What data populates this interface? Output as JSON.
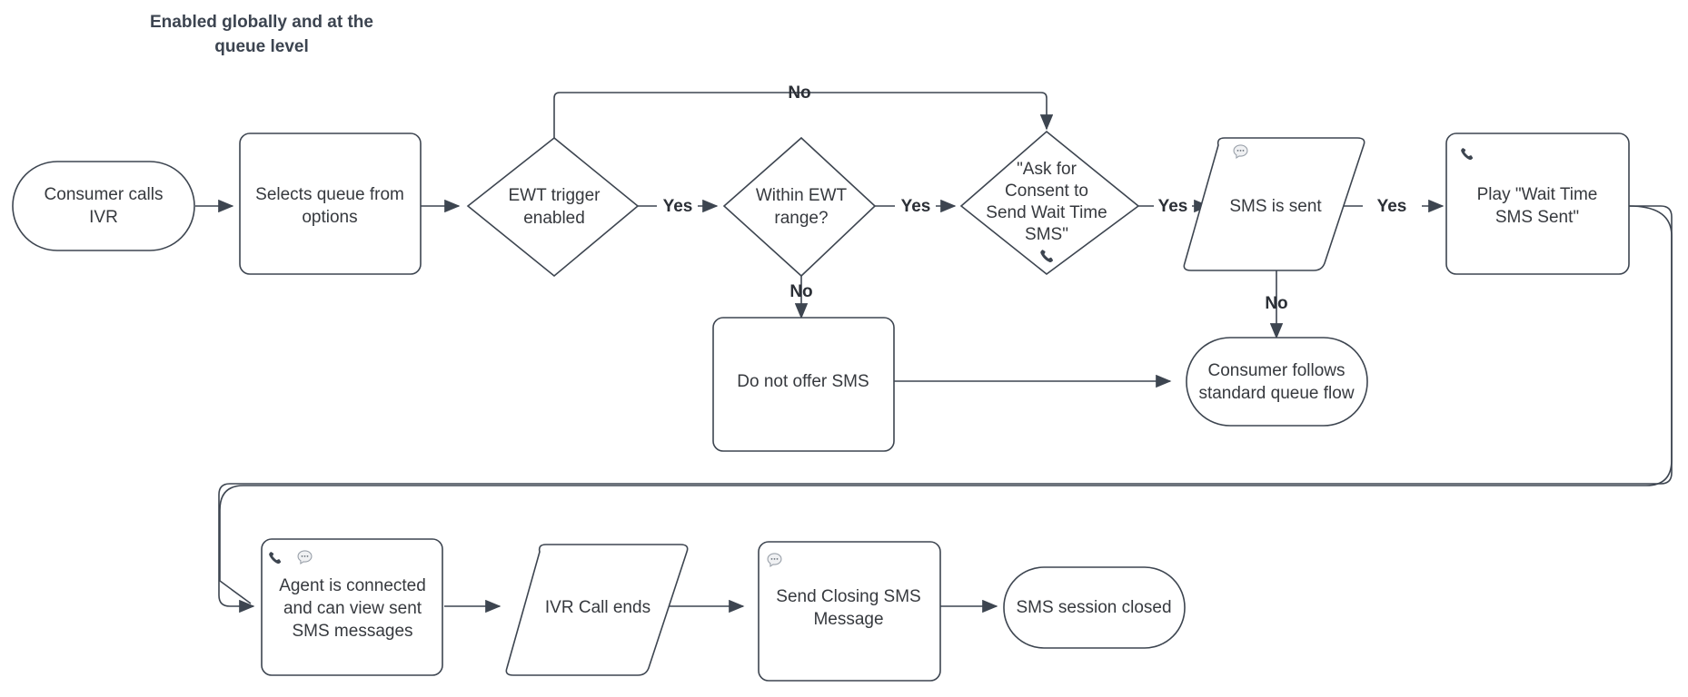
{
  "diagram": {
    "title": "Enabled globally and at the queue level",
    "title_line1": "Enabled globally and at the",
    "title_line2": "queue level",
    "colors": {
      "stroke": "#3d4550",
      "text": "#36393e",
      "label": "#2b2f36",
      "background": "#ffffff",
      "icon": "#5c646e"
    },
    "nodes": [
      {
        "id": "consumer-calls-ivr",
        "shape": "stadium",
        "lines": [
          "Consumer calls",
          "IVR"
        ],
        "icons": []
      },
      {
        "id": "selects-queue",
        "shape": "rounded-rect",
        "lines": [
          "Selects queue from",
          "options"
        ],
        "icons": []
      },
      {
        "id": "ewt-trigger-enabled",
        "shape": "diamond",
        "lines": [
          "EWT trigger",
          "enabled"
        ],
        "icons": []
      },
      {
        "id": "within-ewt-range",
        "shape": "diamond",
        "lines": [
          "Within EWT",
          "range?"
        ],
        "icons": []
      },
      {
        "id": "ask-for-consent",
        "shape": "diamond",
        "lines": [
          "\"Ask for",
          "Consent to",
          "Send Wait Time",
          "SMS\""
        ],
        "icons": [
          "phone-icon"
        ]
      },
      {
        "id": "sms-is-sent",
        "shape": "parallelogram",
        "lines": [
          "SMS is sent"
        ],
        "icons": [
          "chat-icon"
        ]
      },
      {
        "id": "play-wait-time-sms-sent",
        "shape": "rounded-rect",
        "lines": [
          "Play \"Wait Time",
          "SMS Sent\""
        ],
        "icons": [
          "phone-icon"
        ]
      },
      {
        "id": "do-not-offer-sms",
        "shape": "rounded-rect",
        "lines": [
          "Do not offer SMS"
        ],
        "icons": []
      },
      {
        "id": "consumer-follows-queue",
        "shape": "stadium",
        "lines": [
          "Consumer follows",
          "standard queue flow"
        ],
        "icons": []
      },
      {
        "id": "agent-is-connected",
        "shape": "rounded-rect",
        "lines": [
          "Agent is connected",
          "and can view sent",
          "SMS messages"
        ],
        "icons": [
          "phone-icon",
          "chat-icon"
        ]
      },
      {
        "id": "ivr-call-ends",
        "shape": "parallelogram",
        "lines": [
          "IVR Call ends"
        ],
        "icons": []
      },
      {
        "id": "send-closing-sms",
        "shape": "rounded-rect",
        "lines": [
          "Send Closing SMS",
          "Message"
        ],
        "icons": [
          "chat-icon"
        ]
      },
      {
        "id": "sms-session-closed",
        "shape": "stadium",
        "lines": [
          "SMS session closed"
        ],
        "icons": []
      }
    ],
    "edges": [
      {
        "id": "e1",
        "from": "consumer-calls-ivr",
        "to": "selects-queue",
        "label": ""
      },
      {
        "id": "e2",
        "from": "selects-queue",
        "to": "ewt-trigger-enabled",
        "label": ""
      },
      {
        "id": "e3",
        "from": "ewt-trigger-enabled",
        "to": "within-ewt-range",
        "label": "Yes"
      },
      {
        "id": "e4",
        "from": "ewt-trigger-enabled",
        "to": "ask-for-consent",
        "label": "No"
      },
      {
        "id": "e5",
        "from": "within-ewt-range",
        "to": "ask-for-consent",
        "label": "Yes"
      },
      {
        "id": "e6",
        "from": "within-ewt-range",
        "to": "do-not-offer-sms",
        "label": "No"
      },
      {
        "id": "e7",
        "from": "ask-for-consent",
        "to": "sms-is-sent",
        "label": "Yes"
      },
      {
        "id": "e8",
        "from": "sms-is-sent",
        "to": "play-wait-time-sms-sent",
        "label": "Yes"
      },
      {
        "id": "e9",
        "from": "sms-is-sent",
        "to": "consumer-follows-queue",
        "label": "No"
      },
      {
        "id": "e10",
        "from": "do-not-offer-sms",
        "to": "consumer-follows-queue",
        "label": ""
      },
      {
        "id": "e11",
        "from": "play-wait-time-sms-sent",
        "to": "agent-is-connected",
        "label": ""
      },
      {
        "id": "e12",
        "from": "agent-is-connected",
        "to": "ivr-call-ends",
        "label": ""
      },
      {
        "id": "e13",
        "from": "ivr-call-ends",
        "to": "send-closing-sms",
        "label": ""
      },
      {
        "id": "e14",
        "from": "send-closing-sms",
        "to": "sms-session-closed",
        "label": ""
      }
    ],
    "edge_labels": {
      "no_top": "No",
      "yes_1": "Yes",
      "yes_2": "Yes",
      "yes_3": "Yes",
      "yes_4": "Yes",
      "no_within_range": "No",
      "no_sms_sent": "No"
    },
    "node_text": {
      "consumer_calls_ivr_l1": "Consumer calls",
      "consumer_calls_ivr_l2": "IVR",
      "selects_queue_l1": "Selects queue from",
      "selects_queue_l2": "options",
      "ewt_trigger_l1": "EWT trigger",
      "ewt_trigger_l2": "enabled",
      "within_range_l1": "Within EWT",
      "within_range_l2": "range?",
      "ask_consent_l1": "\"Ask for",
      "ask_consent_l2": "Consent to",
      "ask_consent_l3": "Send Wait Time",
      "ask_consent_l4": "SMS\"",
      "sms_is_sent_l1": "SMS is sent",
      "play_wait_l1": "Play \"Wait Time",
      "play_wait_l2": "SMS Sent\"",
      "do_not_offer_l1": "Do not offer SMS",
      "consumer_follows_l1": "Consumer follows",
      "consumer_follows_l2": "standard queue flow",
      "agent_connected_l1": "Agent is connected",
      "agent_connected_l2": "and can view sent",
      "agent_connected_l3": "SMS messages",
      "ivr_call_ends_l1": "IVR Call ends",
      "send_closing_l1": "Send Closing SMS",
      "send_closing_l2": "Message",
      "sms_session_closed_l1": "SMS session closed"
    },
    "icon_glyphs": {
      "phone": "✆",
      "chat": "⚇"
    }
  }
}
